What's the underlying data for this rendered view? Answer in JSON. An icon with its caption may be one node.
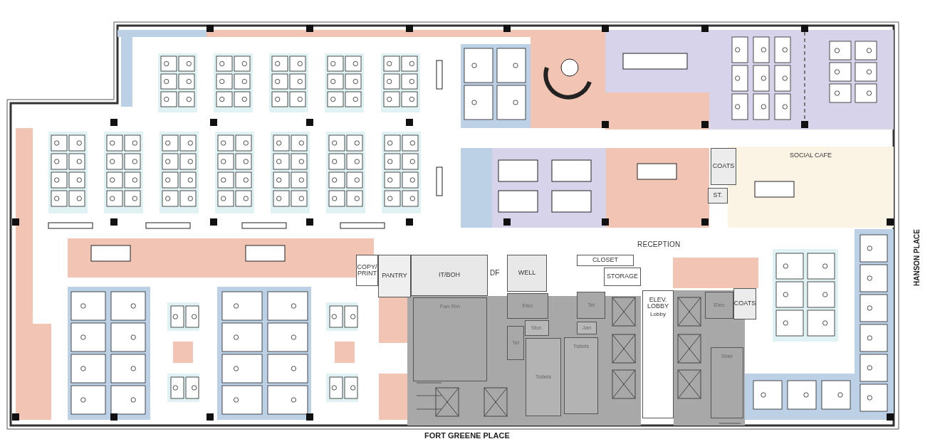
{
  "diagram": {
    "nodes": [
      {
        "text": [
          "COPY/ PRINT"
        ]
      },
      {
        "text": [
          "PANTRY"
        ]
      },
      {
        "text": [
          "IT/BOH"
        ]
      },
      {
        "text": [
          "WELL"
        ]
      },
      {
        "text": [
          "Fan Rm"
        ]
      },
      {
        "text": [
          "Elec"
        ]
      },
      {
        "text": [
          "Stor."
        ]
      },
      {
        "text": [
          "Tel"
        ]
      },
      {
        "text": [
          "Toilets"
        ]
      },
      {
        "text": [
          "Toilets"
        ]
      },
      {
        "text": [
          "CLOSET"
        ]
      },
      {
        "text": [
          "STORAGE"
        ]
      },
      {
        "text": [
          "Tel"
        ]
      },
      {
        "text": [
          "Jan"
        ]
      },
      {
        "text": [
          "ELEV. LOBBY",
          "Lobby"
        ]
      },
      {
        "text": [
          "Elec"
        ]
      },
      {
        "text": [
          "COATS"
        ]
      },
      {
        "text": [
          "Stair"
        ]
      },
      {
        "text": [
          "COATS"
        ]
      },
      {
        "text": [
          "ST."
        ]
      },
      {
        "text": [
          "SOCIAL CAFE"
        ]
      }
    ],
    "labels": [
      "DF",
      "RECEPTION",
      "HANSON PLACE",
      "FORT GREENE PLACE"
    ]
  }
}
